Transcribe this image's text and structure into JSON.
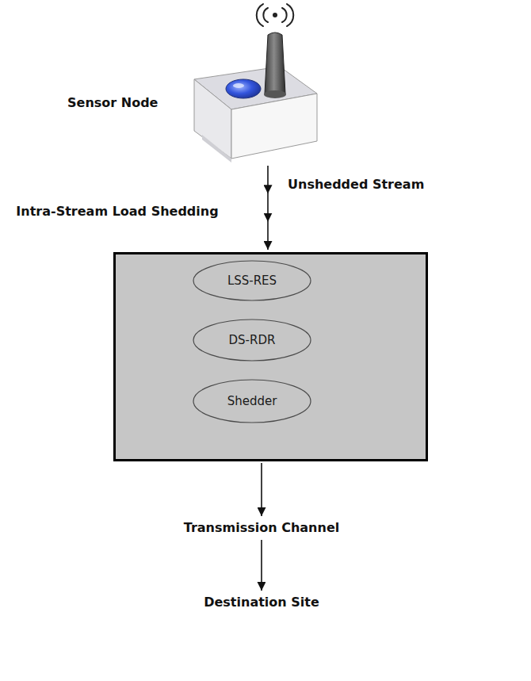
{
  "diagram": {
    "nodes": [
      {
        "text": [
          "Sensor Node"
        ]
      },
      {
        "text": [
          "Intra-Stream Load Shedding"
        ]
      },
      {
        "text": [
          "LSS-RES"
        ],
        "in": 1
      },
      {
        "text": [
          "DS-RDR"
        ],
        "in": 1
      },
      {
        "text": [
          "Shedder"
        ],
        "in": 1
      },
      {
        "text": [
          "Transmission Channel"
        ]
      },
      {
        "text": [
          "Destination Site"
        ]
      }
    ],
    "edges": [
      {
        "from": 0,
        "to": 1,
        "arrow": "to",
        "label": "Unshedded Stream"
      },
      {
        "from": 2,
        "to": 3,
        "arrow": "to"
      },
      {
        "from": 3,
        "to": 4,
        "arrow": "to"
      },
      {
        "from": 1,
        "to": 5,
        "arrow": "to"
      },
      {
        "from": 5,
        "to": 6,
        "arrow": "to"
      }
    ]
  }
}
